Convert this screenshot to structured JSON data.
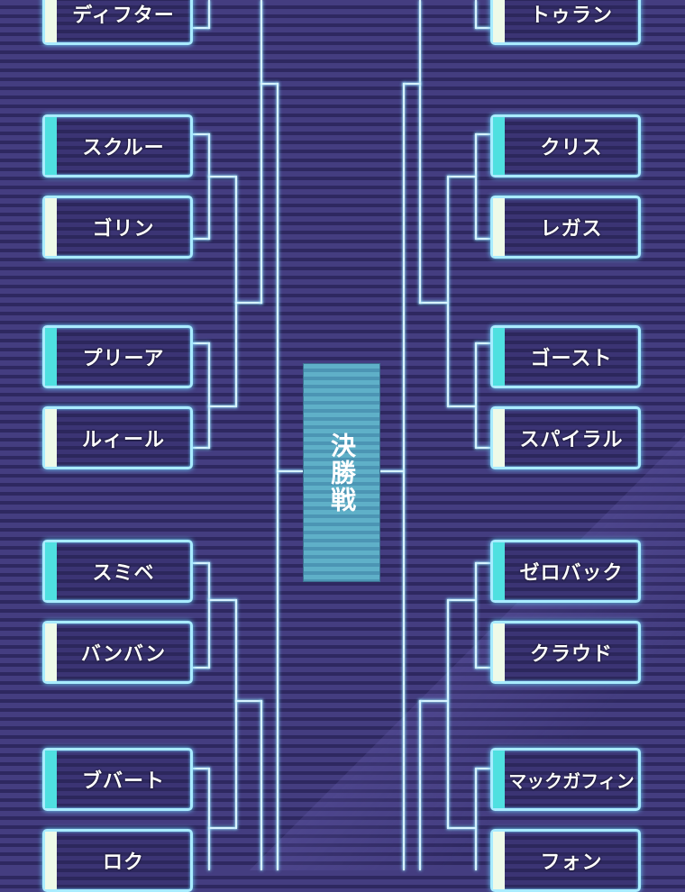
{
  "bracket": {
    "final_label": "決勝戦",
    "colors": {
      "background": "#3a3370",
      "line": "#d8f4ff",
      "winner_bar": "#4fe0e0",
      "loser_bar": "#eefae8",
      "final_box": "#5fb0c8"
    },
    "left": [
      {
        "name": "ディフター",
        "status": "loser"
      },
      {
        "name": "スクルー",
        "status": "winner"
      },
      {
        "name": "ゴリン",
        "status": "loser"
      },
      {
        "name": "プリーア",
        "status": "winner"
      },
      {
        "name": "ルィール",
        "status": "loser"
      },
      {
        "name": "スミベ",
        "status": "winner"
      },
      {
        "name": "バンバン",
        "status": "loser"
      },
      {
        "name": "ブバート",
        "status": "winner"
      },
      {
        "name": "ロク",
        "status": "loser"
      }
    ],
    "right": [
      {
        "name": "トゥラン",
        "status": "loser"
      },
      {
        "name": "クリス",
        "status": "winner"
      },
      {
        "name": "レガス",
        "status": "loser"
      },
      {
        "name": "ゴースト",
        "status": "winner"
      },
      {
        "name": "スパイラル",
        "status": "loser"
      },
      {
        "name": "ゼロバック",
        "status": "winner"
      },
      {
        "name": "クラウド",
        "status": "loser"
      },
      {
        "name": "マックガフィン",
        "status": "winner"
      },
      {
        "name": "フォン",
        "status": "loser"
      }
    ]
  }
}
